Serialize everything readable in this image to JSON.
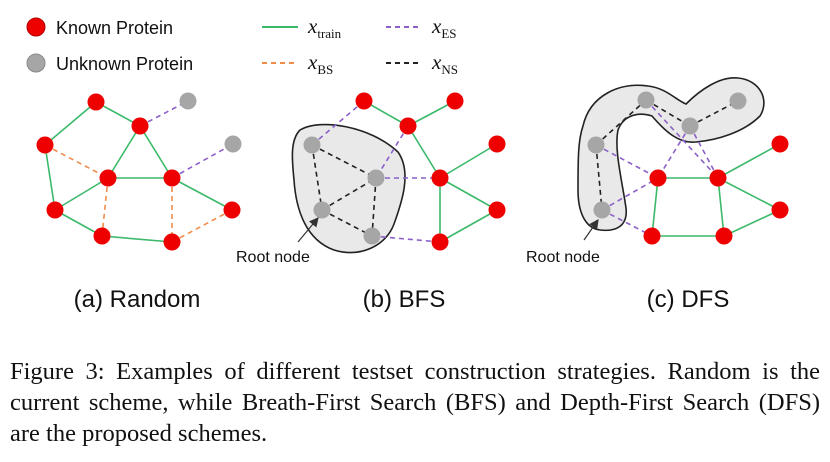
{
  "legend": {
    "known": "Known Protein",
    "unknown": "Unknown Protein",
    "train_sym": "x",
    "train_sub": "train",
    "bs_sym": "x",
    "bs_sub": "BS",
    "es_sym": "x",
    "es_sub": "ES",
    "ns_sym": "x",
    "ns_sub": "NS"
  },
  "colors": {
    "known": "#ee0000",
    "unknown": "#a6a6a6",
    "train": "#3cb96b",
    "bs": "#f08c4a",
    "es": "#8c5fc9",
    "ns": "#222222",
    "region": "#e9e9e9"
  },
  "panels": {
    "a_label": "(a) Random",
    "b_label": "(b) BFS",
    "c_label": "(c) DFS",
    "b_root": "Root node",
    "c_root": "Root node"
  },
  "caption": "Figure 3: Examples of different testset construction strategies. Random is the current scheme, while Breath-First Search (BFS) and Depth-First Search (DFS) are the proposed schemes."
}
